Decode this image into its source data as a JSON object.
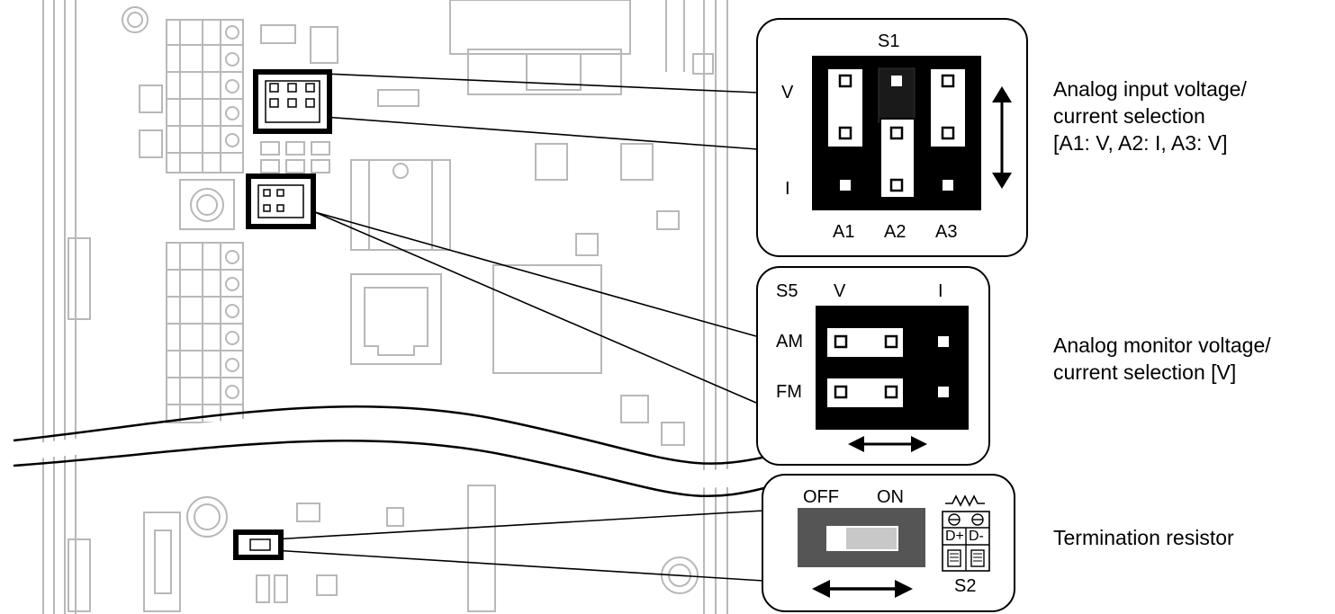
{
  "callouts": {
    "s1": {
      "title": "S1",
      "row_v": "V",
      "row_i": "I",
      "columns": [
        "A1",
        "A2",
        "A3"
      ],
      "description": [
        "Analog input voltage/",
        "current selection",
        "[A1: V, A2: I, A3: V]"
      ]
    },
    "s5": {
      "title": "S5",
      "col_v": "V",
      "col_i": "I",
      "rows": [
        "AM",
        "FM"
      ],
      "description": [
        "Analog monitor voltage/",
        "current selection [V]"
      ]
    },
    "s2": {
      "off": "OFF",
      "on": "ON",
      "terminals": [
        "D+",
        "D-"
      ],
      "name": "S2",
      "description": [
        "Termination resistor"
      ]
    }
  },
  "colors": {
    "ink": "#000000",
    "board_line": "#bdbdbd",
    "switch_bg": "#555555",
    "slider": "#c8c8c8"
  }
}
